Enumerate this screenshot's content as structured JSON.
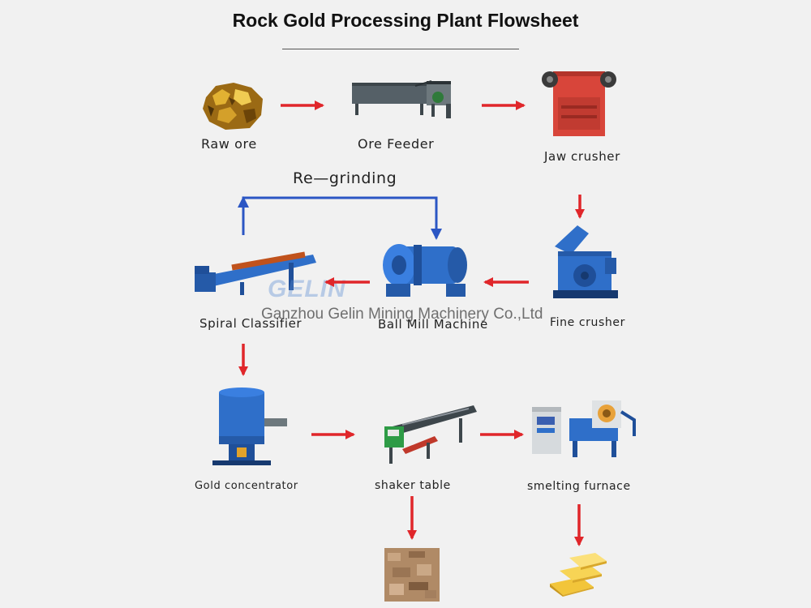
{
  "title": "Rock Gold Processing Plant Flowsheet",
  "stages": {
    "raw_ore": "Raw ore",
    "ore_feeder": "Ore Feeder",
    "jaw_crusher": "Jaw crusher",
    "fine_crusher": "Fine crusher",
    "ball_mill": "Ball Mill Machine",
    "spiral_classifier": "Spiral Classifier",
    "gold_concentrator": "Gold concentrator",
    "shaker_table": "shaker table",
    "smelting_furnace": "smelting furnace"
  },
  "loop_label": "Re—grinding",
  "watermark": {
    "company": "Ganzhou Gelin Mining Machinery Co.,Ltd",
    "logo": "GELIN"
  },
  "colors": {
    "arrow": "#e0262a",
    "loop": "#2b56c4",
    "machine_blue": "#2f6fc9",
    "machine_red": "#d8453a"
  }
}
